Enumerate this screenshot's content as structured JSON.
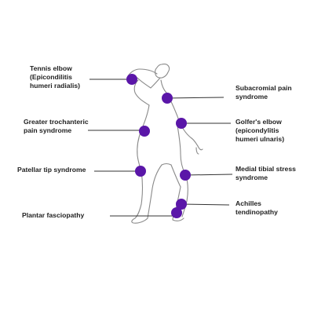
{
  "labels": {
    "tennis_elbow": "Tennis elbow\n(Epicondilitis\nhumeri radialis)",
    "subacromial": "Subacromial pain\nsyndrome",
    "greater_trochanteric": "Greater trochanteric\npain syndrome",
    "golfers_elbow": "Golfer's elbow\n(epicondylitis\nhumeri ulnaris)",
    "patellar_tip": "Patellar tip syndrome",
    "medial_tibial": "Medial tibial stress\nsyndrome",
    "achilles": "Achilles\ntendinopathy",
    "plantar": "Plantar fasciopathy"
  },
  "colors": {
    "marker": "#5a16a8",
    "line": "#333333",
    "outline": "#8a8a8a"
  }
}
